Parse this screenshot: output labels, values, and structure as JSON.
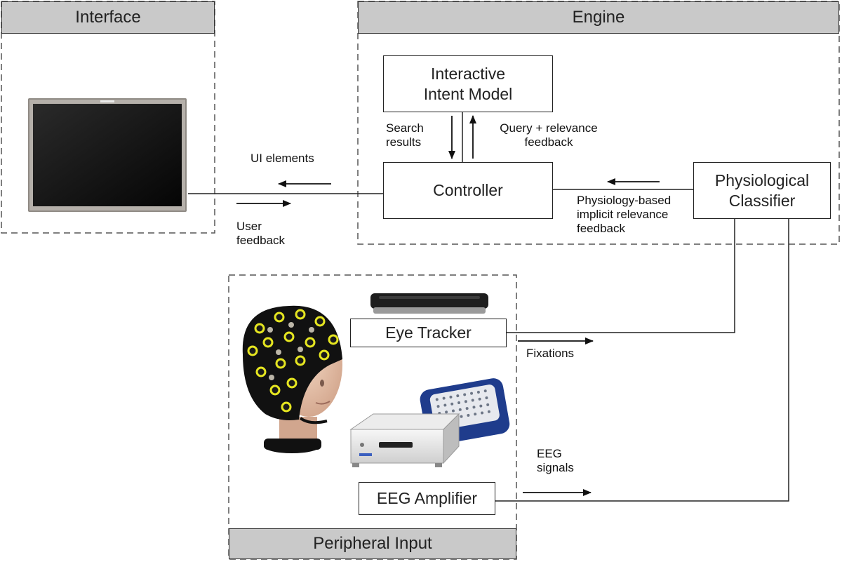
{
  "groups": {
    "interface": "Interface",
    "engine": "Engine",
    "peripheral": "Peripheral Input"
  },
  "nodes": {
    "intent_model_line1": "Interactive",
    "intent_model_line2": "Intent Model",
    "controller": "Controller",
    "classifier_line1": "Physiological",
    "classifier_line2": "Classifier",
    "eye_tracker": "Eye Tracker",
    "eeg_amplifier": "EEG Amplifier"
  },
  "edges": {
    "search_results_1": "Search",
    "search_results_2": "results",
    "query_1": "Query + relevance",
    "query_2": "feedback",
    "ui_elements": "UI elements",
    "user_feedback_1": "User",
    "user_feedback_2": "feedback",
    "physio_1": "Physiology-based",
    "physio_2": "implicit relevance",
    "physio_3": "feedback",
    "fixations": "Fixations",
    "eeg_signals_1": "EEG",
    "eeg_signals_2": "signals"
  },
  "images": [
    "monitor-image",
    "eeg-cap-head-image",
    "eye-tracker-device-image",
    "eeg-amplifier-device-image"
  ],
  "colors": {
    "header_fill": "#c9c9c9",
    "line": "#222222",
    "dashed_border": "#555555"
  }
}
